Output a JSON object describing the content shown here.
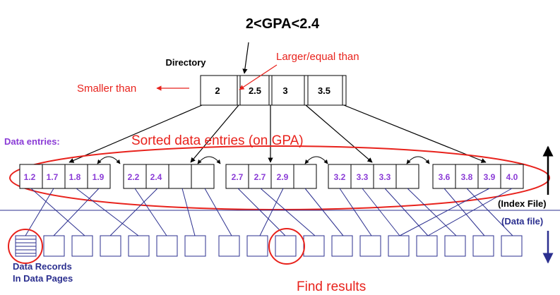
{
  "query": "2<GPA<2.4",
  "directory": {
    "label": "Directory",
    "keys": [
      "2",
      "2.5",
      "3",
      "3.5"
    ]
  },
  "annotations": {
    "larger_equal": "Larger/equal than",
    "smaller": "Smaller than",
    "sorted_entries": "Sorted data entries (on GPA)",
    "find_results": "Find results"
  },
  "data_entries_label": "Data entries:",
  "leaf_pages": [
    [
      "1.2",
      "1.7",
      "1.8",
      "1.9"
    ],
    [
      "2.2",
      "2.4",
      "",
      ""
    ],
    [
      "2.7",
      "2.7",
      "2.9",
      ""
    ],
    [
      "3.2",
      "3.3",
      "3.3",
      ""
    ],
    [
      "3.6",
      "3.8",
      "3.9",
      "4.0"
    ]
  ],
  "index_file_label": "(Index File)",
  "data_file_label": "(Data file)",
  "data_records_label": [
    "Data Records",
    "In Data Pages"
  ],
  "colors": {
    "red": "#e8221c",
    "purple": "#8a3bd6",
    "navy": "#2b2f8f",
    "black": "#000000"
  }
}
